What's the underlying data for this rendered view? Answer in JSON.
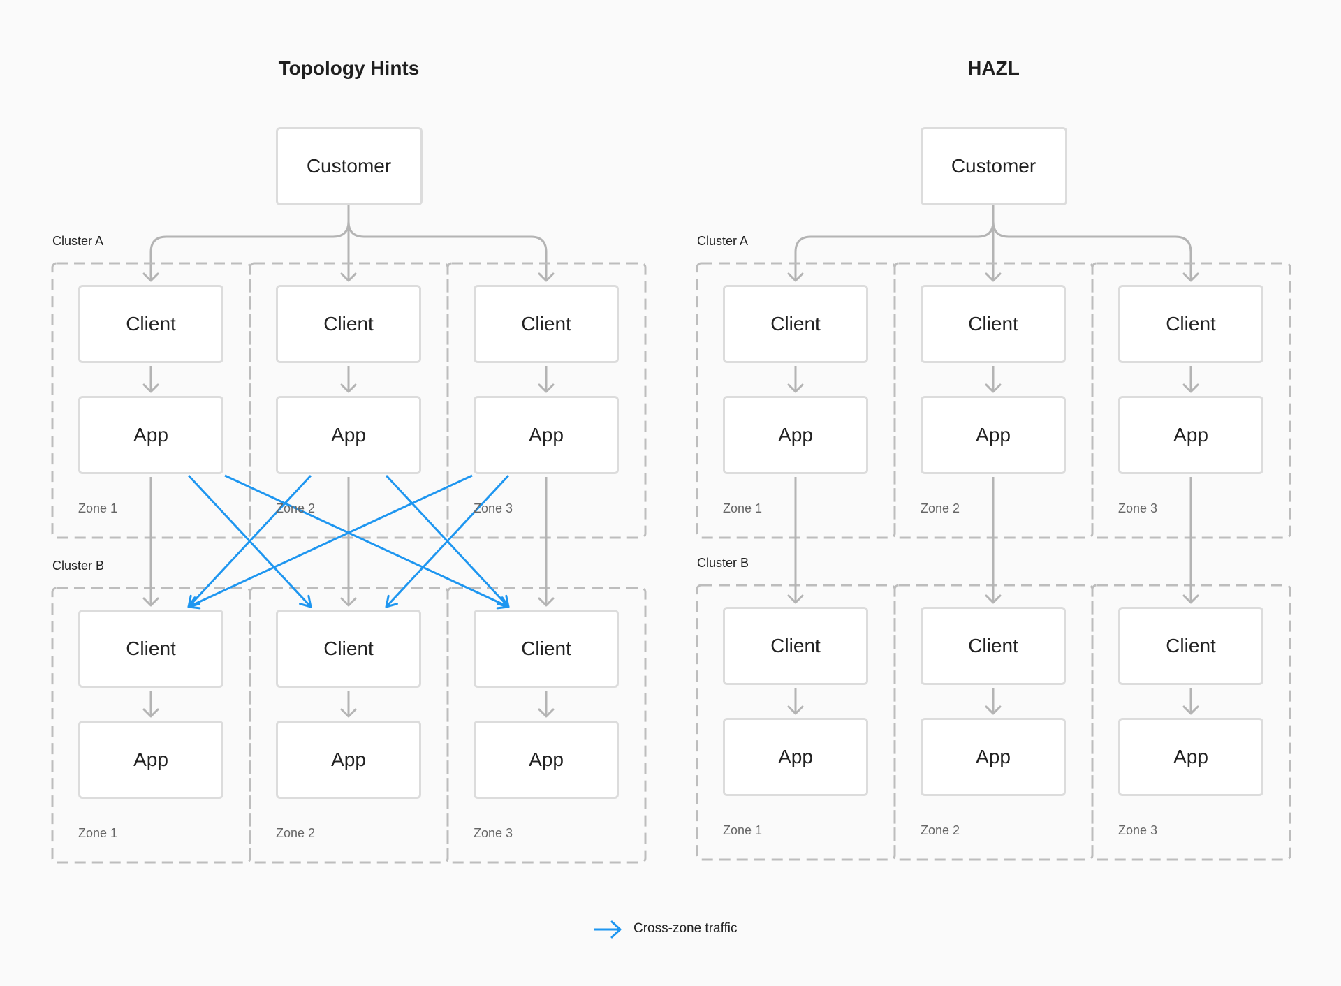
{
  "panels": [
    {
      "title": "Topology Hints",
      "customer_label": "Customer",
      "clusters": [
        {
          "label": "Cluster A",
          "zones": [
            {
              "label": "Zone 1",
              "client": "Client",
              "app": "App"
            },
            {
              "label": "Zone 2",
              "client": "Client",
              "app": "App"
            },
            {
              "label": "Zone 3",
              "client": "Client",
              "app": "App"
            }
          ]
        },
        {
          "label": "Cluster B",
          "zones": [
            {
              "label": "Zone 1",
              "client": "Client",
              "app": "App"
            },
            {
              "label": "Zone 2",
              "client": "Client",
              "app": "App"
            },
            {
              "label": "Zone 3",
              "client": "Client",
              "app": "App"
            }
          ]
        }
      ],
      "cross_zone_traffic": true
    },
    {
      "title": "HAZL",
      "customer_label": "Customer",
      "clusters": [
        {
          "label": "Cluster A",
          "zones": [
            {
              "label": "Zone 1",
              "client": "Client",
              "app": "App"
            },
            {
              "label": "Zone 2",
              "client": "Client",
              "app": "App"
            },
            {
              "label": "Zone 3",
              "client": "Client",
              "app": "App"
            }
          ]
        },
        {
          "label": "Cluster B",
          "zones": [
            {
              "label": "Zone 1",
              "client": "Client",
              "app": "App"
            },
            {
              "label": "Zone 2",
              "client": "Client",
              "app": "App"
            },
            {
              "label": "Zone 3",
              "client": "Client",
              "app": "App"
            }
          ]
        }
      ],
      "cross_zone_traffic": false
    }
  ],
  "legend": {
    "label": "Cross-zone traffic",
    "color": "#1e96f0"
  },
  "colors": {
    "connector": "#b4b4b4",
    "zone_border": "#bdbdbd",
    "box_border": "#dcdcdc",
    "cross_zone": "#1e96f0"
  }
}
